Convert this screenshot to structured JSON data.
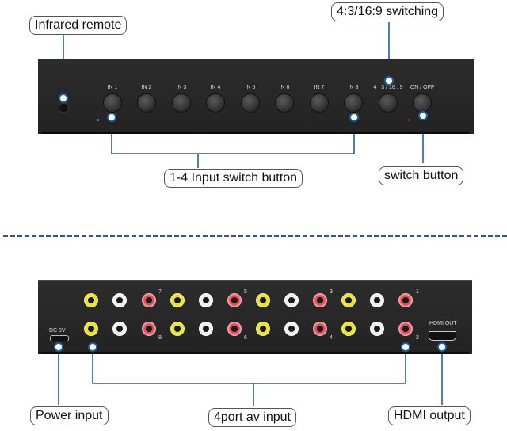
{
  "front_panel": {
    "callouts": {
      "infrared_remote": "Infrared remote",
      "aspect_switching": "4:3/16:9 switching",
      "input_switch_button": "1-4 Input switch button",
      "power_switch_button": "switch button"
    },
    "buttons": [
      {
        "label": "IN 1"
      },
      {
        "label": "IN 2"
      },
      {
        "label": "IN 3"
      },
      {
        "label": "IN 4"
      },
      {
        "label": "IN 5"
      },
      {
        "label": "IN 6"
      },
      {
        "label": "IN 7"
      },
      {
        "label": "IN 8"
      },
      {
        "label": "4 : 3 / 16 : 9"
      },
      {
        "label": "ON / OFF"
      }
    ],
    "led_colors": {
      "active": "#3a8fd6",
      "power": "#c8202a"
    }
  },
  "back_panel": {
    "callouts": {
      "power_input": "Power input",
      "av_input": "4port av input",
      "hdmi_output": "HDMI output"
    },
    "dc_label": "DC 5V",
    "hdmi_label": "HDMI OUT",
    "port_numbers": [
      "7",
      "8",
      "5",
      "6",
      "3",
      "4",
      "1",
      "2"
    ]
  },
  "colors": {
    "leader_line": "#1f5f9e",
    "device_body": "#262626",
    "divider": "#2d5b86"
  }
}
